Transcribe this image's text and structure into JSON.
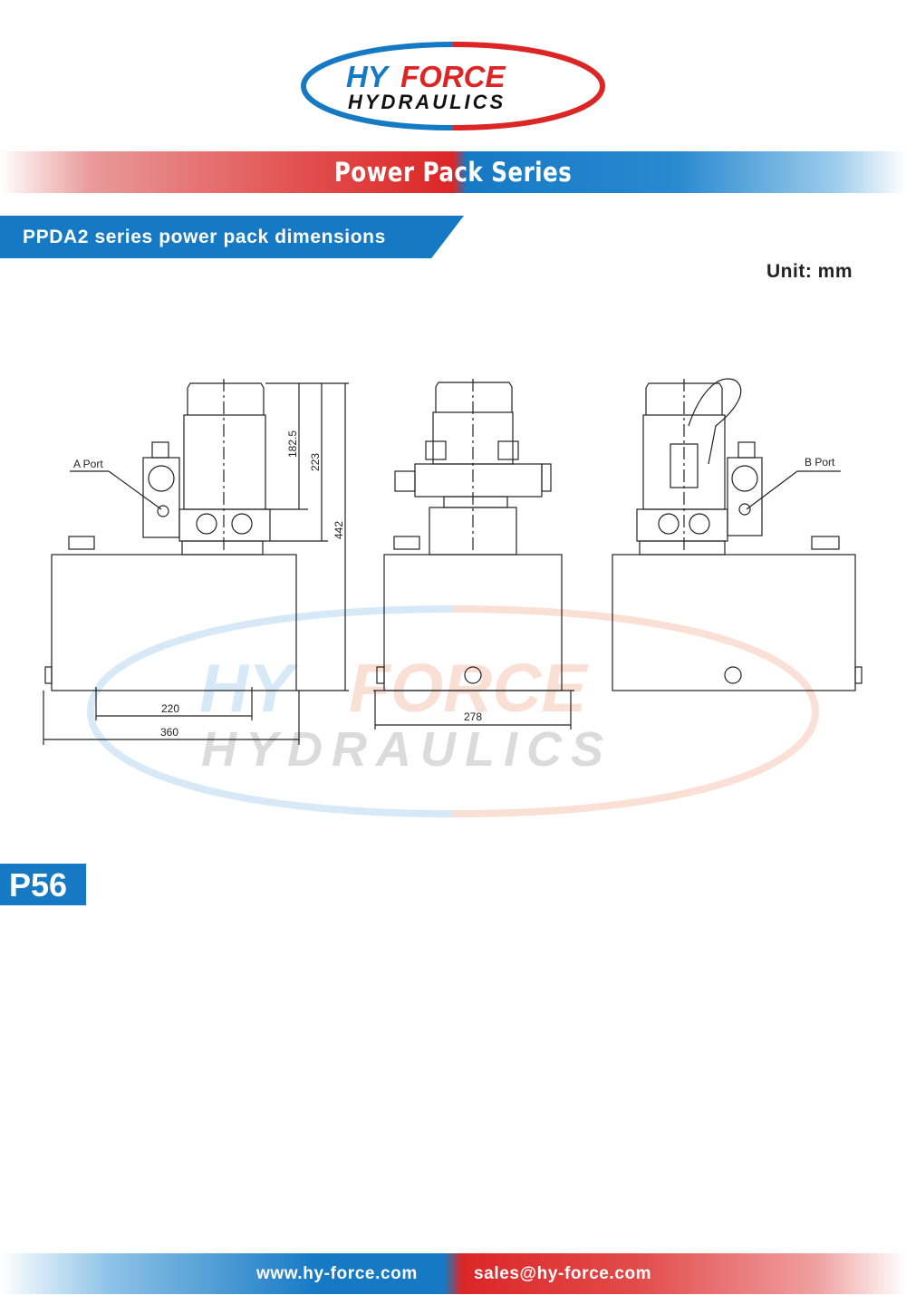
{
  "logo": {
    "word1": "HY",
    "word2": "FORCE",
    "word3": "HYDRAULICS",
    "blue": "#1679c4",
    "red": "#dc2626"
  },
  "banner": {
    "title": "Power Pack Series"
  },
  "section": {
    "title": "PPDA2 series power pack dimensions"
  },
  "unit": "Unit: mm",
  "drawing": {
    "a_port": "A Port",
    "b_port": "B Port",
    "dims": {
      "d1": "182.5",
      "d2": "223",
      "d3": "442",
      "d4": "220",
      "d5": "360",
      "d6": "278"
    }
  },
  "watermark": {
    "word1": "HY",
    "word2": "FORCE",
    "word3": "HYDRAULICS"
  },
  "page_number": "P56",
  "footer": {
    "website": "www.hy-force.com",
    "email": "sales@hy-force.com"
  }
}
